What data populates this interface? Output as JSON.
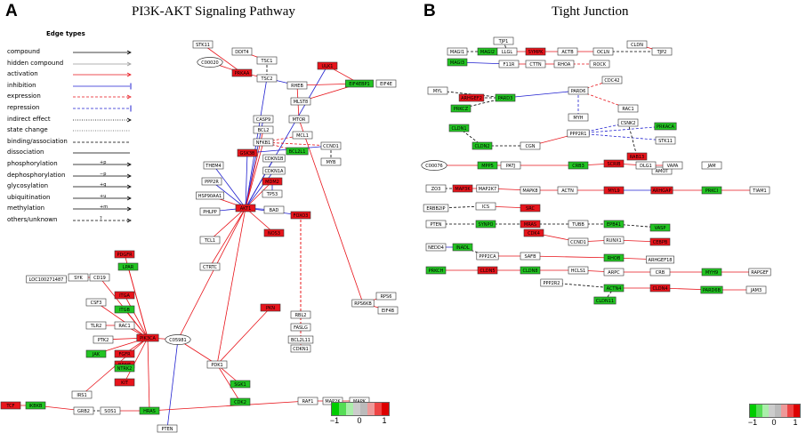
{
  "panels": [
    {
      "letter": "A",
      "title": "PI3K-AKT Signaling Pathway"
    },
    {
      "letter": "B",
      "title": "Tight Junction"
    }
  ],
  "legend": {
    "title": "Edge types",
    "items": [
      {
        "label": "compound",
        "style": "solid",
        "color": "#000000",
        "head": "arrow",
        "mark": ""
      },
      {
        "label": "hidden compound",
        "style": "solid",
        "color": "#999999",
        "head": "arrow",
        "mark": ""
      },
      {
        "label": "activation",
        "style": "solid",
        "color": "#e8141b",
        "head": "arrow",
        "mark": ""
      },
      {
        "label": "inhibition",
        "style": "solid",
        "color": "#2020d0",
        "head": "bar",
        "mark": ""
      },
      {
        "label": "expression",
        "style": "dashed",
        "color": "#e8141b",
        "head": "arrow",
        "mark": ""
      },
      {
        "label": "repression",
        "style": "dashed",
        "color": "#2020d0",
        "head": "bar",
        "mark": ""
      },
      {
        "label": "indirect effect",
        "style": "dotted",
        "color": "#000000",
        "head": "arrow",
        "mark": ""
      },
      {
        "label": "state change",
        "style": "dotted",
        "color": "#555555",
        "head": "none",
        "mark": ""
      },
      {
        "label": "binding/association",
        "style": "dashed",
        "color": "#000000",
        "head": "none",
        "mark": ""
      },
      {
        "label": "dissociation",
        "style": "solid",
        "color": "#000000",
        "head": "none",
        "mark": ""
      },
      {
        "label": "phosphorylation",
        "style": "solid",
        "color": "#000000",
        "head": "arrow",
        "mark": "+p"
      },
      {
        "label": "dephosphorylation",
        "style": "solid",
        "color": "#000000",
        "head": "arrow",
        "mark": "−p"
      },
      {
        "label": "glycosylation",
        "style": "solid",
        "color": "#000000",
        "head": "arrow",
        "mark": "+g"
      },
      {
        "label": "ubiquitination",
        "style": "solid",
        "color": "#000000",
        "head": "arrow",
        "mark": "+u"
      },
      {
        "label": "methylation",
        "style": "solid",
        "color": "#000000",
        "head": "arrow",
        "mark": "+m"
      },
      {
        "label": "others/unknown",
        "style": "dashed",
        "color": "#000000",
        "head": "arrow",
        "mark": "?"
      }
    ]
  },
  "colorbar": {
    "ticks": [
      "−1",
      "0",
      "1"
    ],
    "colors": [
      "#00cc00",
      "#55dd55",
      "#aaeeaa",
      "#cccccc",
      "#bbbbbb",
      "#ee9999",
      "#ee4444",
      "#dd0000"
    ]
  },
  "colors": {
    "up": "#e8141b",
    "down": "#22c422",
    "neutral": "#ffffff",
    "edge_act": "#e8141b",
    "edge_inh": "#2020d0"
  },
  "pathway_a": {
    "nodes": [
      {
        "id": "STK11",
        "label": "STK11",
        "c": "neutral"
      },
      {
        "id": "C00020",
        "label": "C00020",
        "c": "neutral",
        "shape": "ellipse"
      },
      {
        "id": "DDIT4",
        "label": "DDIT4",
        "c": "neutral"
      },
      {
        "id": "PRKAA",
        "label": "PRKAA",
        "c": "up"
      },
      {
        "id": "TSC1",
        "label": "TSC1",
        "c": "neutral"
      },
      {
        "id": "TSC2",
        "label": "TSC2",
        "c": "neutral"
      },
      {
        "id": "RHEB",
        "label": "RHEB",
        "c": "neutral"
      },
      {
        "id": "MLST8",
        "label": "MLST8",
        "c": "neutral"
      },
      {
        "id": "MTOR",
        "label": "MTOR",
        "c": "neutral"
      },
      {
        "id": "EIF4EBP1",
        "label": "EIF4EBP1",
        "c": "down"
      },
      {
        "id": "EIF4E",
        "label": "EIF4E",
        "c": "neutral"
      },
      {
        "id": "ULK1",
        "label": "ULK1",
        "c": "up"
      },
      {
        "id": "CASP9",
        "label": "CASP9",
        "c": "neutral"
      },
      {
        "id": "MCL1",
        "label": "MCL1",
        "c": "neutral"
      },
      {
        "id": "BCL2",
        "label": "BCL2",
        "c": "neutral"
      },
      {
        "id": "BCL2L1",
        "label": "BCL2L1",
        "c": "down"
      },
      {
        "id": "NFKB1",
        "label": "NFKB1",
        "c": "neutral"
      },
      {
        "id": "CCND1",
        "label": "CCND1",
        "c": "neutral"
      },
      {
        "id": "MYB",
        "label": "MYB",
        "c": "neutral"
      },
      {
        "id": "GSK3B",
        "label": "GSK3B",
        "c": "up"
      },
      {
        "id": "CDKN1B",
        "label": "CDKN1B",
        "c": "neutral"
      },
      {
        "id": "CDKN1A",
        "label": "CDKN1A",
        "c": "neutral"
      },
      {
        "id": "MDM2",
        "label": "MDM2",
        "c": "up"
      },
      {
        "id": "TP53",
        "label": "TP53",
        "c": "neutral"
      },
      {
        "id": "BAD",
        "label": "BAD",
        "c": "neutral"
      },
      {
        "id": "FOXO3",
        "label": "FOXO3",
        "c": "up"
      },
      {
        "id": "NOS3",
        "label": "NOS3",
        "c": "up"
      },
      {
        "id": "AKT1",
        "label": "AKT1",
        "c": "up"
      },
      {
        "id": "THEM4",
        "label": "THEM4",
        "c": "neutral"
      },
      {
        "id": "PPP2R",
        "label": "PPP2R",
        "c": "neutral"
      },
      {
        "id": "HSP90AA1",
        "label": "HSP90AA1",
        "c": "neutral"
      },
      {
        "id": "PHLPP",
        "label": "PHLPP",
        "c": "neutral"
      },
      {
        "id": "TCL1",
        "label": "TCL1",
        "c": "neutral"
      },
      {
        "id": "CTRTC",
        "label": "CTRTC",
        "c": "neutral"
      },
      {
        "id": "PDK1",
        "label": "PDK1",
        "c": "neutral"
      },
      {
        "id": "PIK3CA",
        "label": "PIK3CA",
        "c": "up"
      },
      {
        "id": "C05981",
        "label": "C05981",
        "c": "neutral",
        "shape": "ellipse"
      },
      {
        "id": "PTEN",
        "label": "PTEN",
        "c": "neutral"
      },
      {
        "id": "SOS1",
        "label": "SOS1",
        "c": "neutral"
      },
      {
        "id": "GRB2",
        "label": "GRB2",
        "c": "neutral"
      },
      {
        "id": "IRS1",
        "label": "IRS1",
        "c": "neutral"
      },
      {
        "id": "HRAS",
        "label": "HRAS",
        "c": "down"
      },
      {
        "id": "RAF1",
        "label": "RAF1",
        "c": "neutral"
      },
      {
        "id": "MAP2K",
        "label": "MAP2K",
        "c": "neutral"
      },
      {
        "id": "MAPK",
        "label": "MAPK",
        "c": "neutral"
      },
      {
        "id": "RPS6KB",
        "label": "RPS6KB",
        "c": "neutral"
      },
      {
        "id": "RPS6",
        "label": "RPS6",
        "c": "neutral"
      },
      {
        "id": "EIF4B",
        "label": "EIF4B",
        "c": "neutral"
      },
      {
        "id": "PKN",
        "label": "PKN",
        "c": "up"
      },
      {
        "id": "SGK1",
        "label": "SGK1",
        "c": "down"
      },
      {
        "id": "CDK2",
        "label": "CDK2",
        "c": "down"
      },
      {
        "id": "SYK",
        "label": "SYK",
        "c": "neutral"
      },
      {
        "id": "CD19",
        "label": "CD19",
        "c": "neutral"
      },
      {
        "id": "CSF3",
        "label": "CSF3",
        "c": "neutral"
      },
      {
        "id": "TLR2",
        "label": "TLR2",
        "c": "neutral"
      },
      {
        "id": "RAC1",
        "label": "RAC1",
        "c": "neutral"
      },
      {
        "id": "PTK2",
        "label": "PTK2",
        "c": "neutral"
      },
      {
        "id": "ITGA",
        "label": "ITGA",
        "c": "up"
      },
      {
        "id": "ITGB",
        "label": "ITGB",
        "c": "down"
      },
      {
        "id": "PDGFR",
        "label": "PDGFR",
        "c": "up"
      },
      {
        "id": "LPAR",
        "label": "LPAR",
        "c": "down"
      },
      {
        "id": "FGFR",
        "label": "FGFR",
        "c": "up"
      },
      {
        "id": "BDNF",
        "label": "BDNF",
        "c": "up"
      },
      {
        "id": "NTRK2",
        "label": "NTRK2",
        "c": "down"
      },
      {
        "id": "KIT",
        "label": "KIT",
        "c": "up"
      },
      {
        "id": "JAK",
        "label": "JAK",
        "c": "down"
      },
      {
        "id": "RBL2",
        "label": "RBL2",
        "c": "neutral"
      },
      {
        "id": "FASLG",
        "label": "FASLG",
        "c": "neutral"
      },
      {
        "id": "BCL2L11",
        "label": "BCL2L11",
        "c": "neutral"
      },
      {
        "id": "CDKN1",
        "label": "CDKN1",
        "c": "neutral"
      },
      {
        "id": "LOC",
        "label": "LOC100271487",
        "c": "neutral"
      },
      {
        "id": "TCF",
        "label": "TCF",
        "c": "up"
      },
      {
        "id": "IKBKB",
        "label": "IKBKB",
        "c": "down"
      }
    ]
  },
  "pathway_b": {
    "nodes": [
      {
        "id": "TJP1",
        "label": "TJP1",
        "c": "neutral"
      },
      {
        "id": "MAGI1",
        "label": "MAGI1",
        "c": "neutral"
      },
      {
        "id": "MAGI2",
        "label": "MAGI2",
        "c": "down"
      },
      {
        "id": "MAGI3",
        "label": "MAGI3",
        "c": "down"
      },
      {
        "id": "LLGL",
        "label": "LLGL",
        "c": "neutral"
      },
      {
        "id": "SYMPK",
        "label": "SYMPK",
        "c": "up"
      },
      {
        "id": "ACTB",
        "label": "ACTB",
        "c": "neutral"
      },
      {
        "id": "OCLN",
        "label": "OCLN",
        "c": "neutral"
      },
      {
        "id": "CLDN",
        "label": "CLDN",
        "c": "neutral"
      },
      {
        "id": "TJP2",
        "label": "TJP2",
        "c": "neutral"
      },
      {
        "id": "F11R",
        "label": "F11R",
        "c": "neutral"
      },
      {
        "id": "CTTN",
        "label": "CTTN",
        "c": "neutral"
      },
      {
        "id": "RHOA",
        "label": "RHOA",
        "c": "neutral"
      },
      {
        "id": "ROCK",
        "label": "ROCK",
        "c": "neutral"
      },
      {
        "id": "MYL",
        "label": "MYL",
        "c": "neutral"
      },
      {
        "id": "ARHGEF2",
        "label": "ARHGEF2",
        "c": "up"
      },
      {
        "id": "PRKCZ",
        "label": "PRKCZ",
        "c": "down"
      },
      {
        "id": "PARD3",
        "label": "PARD3",
        "c": "down"
      },
      {
        "id": "PARD6",
        "label": "PARD6",
        "c": "neutral"
      },
      {
        "id": "CDC42",
        "label": "CDC42",
        "c": "neutral"
      },
      {
        "id": "RAC1",
        "label": "RAC1",
        "c": "neutral"
      },
      {
        "id": "MYH",
        "label": "MYH",
        "c": "neutral"
      },
      {
        "id": "C00076",
        "label": "C00076",
        "c": "neutral",
        "shape": "ellipse"
      },
      {
        "id": "CLDN1",
        "label": "CLDN1",
        "c": "down"
      },
      {
        "id": "CLDN2",
        "label": "CLDN2",
        "c": "down"
      },
      {
        "id": "CGN",
        "label": "CGN",
        "c": "neutral"
      },
      {
        "id": "PPP2R1",
        "label": "PPP2R1",
        "c": "neutral"
      },
      {
        "id": "CSNK2",
        "label": "CSNK2",
        "c": "neutral"
      },
      {
        "id": "PRKACA",
        "label": "PRKACA",
        "c": "down"
      },
      {
        "id": "STK11",
        "label": "STK11",
        "c": "neutral"
      },
      {
        "id": "RAB13",
        "label": "RAB13",
        "c": "up"
      },
      {
        "id": "AMOT",
        "label": "AMOT",
        "c": "neutral"
      },
      {
        "id": "MPP5",
        "label": "MPP5",
        "c": "down"
      },
      {
        "id": "PATJ",
        "label": "PATJ",
        "c": "neutral"
      },
      {
        "id": "CRB3",
        "label": "CRB3",
        "c": "down"
      },
      {
        "id": "SCRIB",
        "label": "SCRIB",
        "c": "up"
      },
      {
        "id": "DLG1",
        "label": "DLG1",
        "c": "neutral"
      },
      {
        "id": "VAPA",
        "label": "VAPA",
        "c": "neutral"
      },
      {
        "id": "JAM",
        "label": "JAM",
        "c": "neutral"
      },
      {
        "id": "ZO3",
        "label": "ZO3",
        "c": "neutral"
      },
      {
        "id": "MAP3K",
        "label": "MAP3K",
        "c": "up"
      },
      {
        "id": "MAP2K7",
        "label": "MAP2K7",
        "c": "neutral"
      },
      {
        "id": "MAPK8",
        "label": "MAPK8",
        "c": "neutral"
      },
      {
        "id": "ACTN",
        "label": "ACTN",
        "c": "neutral"
      },
      {
        "id": "MYL9",
        "label": "MYL9",
        "c": "up"
      },
      {
        "id": "ARHGAP",
        "label": "ARHGAP",
        "c": "up"
      },
      {
        "id": "PRKCI",
        "label": "PRKCI",
        "c": "down"
      },
      {
        "id": "TIAM1",
        "label": "TIAM1",
        "c": "neutral"
      },
      {
        "id": "ERBB2IP",
        "label": "ERBB2IP",
        "c": "neutral"
      },
      {
        "id": "ICS",
        "label": "ICS",
        "c": "neutral"
      },
      {
        "id": "SRC",
        "label": "SRC",
        "c": "up"
      },
      {
        "id": "PTEN",
        "label": "PTEN",
        "c": "neutral"
      },
      {
        "id": "SYNPO",
        "label": "SYNPO",
        "c": "down"
      },
      {
        "id": "MRAS",
        "label": "MRAS",
        "c": "up"
      },
      {
        "id": "TUBB",
        "label": "TUBB",
        "c": "neutral"
      },
      {
        "id": "EPB41",
        "label": "EPB41",
        "c": "down"
      },
      {
        "id": "VASP",
        "label": "VASP",
        "c": "down"
      },
      {
        "id": "CDK4",
        "label": "CDK4",
        "c": "up"
      },
      {
        "id": "CCND1",
        "label": "CCND1",
        "c": "neutral"
      },
      {
        "id": "RUNX1",
        "label": "RUNX1",
        "c": "neutral"
      },
      {
        "id": "CEBPB",
        "label": "CEBPB",
        "c": "up"
      },
      {
        "id": "NEDD4",
        "label": "NEDD4",
        "c": "neutral"
      },
      {
        "id": "INADL",
        "label": "INADL",
        "c": "down"
      },
      {
        "id": "PPP2CA",
        "label": "PPP2CA",
        "c": "neutral"
      },
      {
        "id": "SAFB",
        "label": "SAFB",
        "c": "neutral"
      },
      {
        "id": "RHOB",
        "label": "RHOB",
        "c": "down"
      },
      {
        "id": "ARHGEF18",
        "label": "ARHGEF18",
        "c": "neutral"
      },
      {
        "id": "PRKCH",
        "label": "PRKCH",
        "c": "down"
      },
      {
        "id": "CLDN5",
        "label": "CLDN5",
        "c": "up"
      },
      {
        "id": "CLDN8",
        "label": "CLDN8",
        "c": "down"
      },
      {
        "id": "HCLS1",
        "label": "HCLS1",
        "c": "neutral"
      },
      {
        "id": "ARPC",
        "label": "ARPC",
        "c": "neutral"
      },
      {
        "id": "CRB",
        "label": "CRB",
        "c": "neutral"
      },
      {
        "id": "MYH9",
        "label": "MYH9",
        "c": "down"
      },
      {
        "id": "RAPGEF",
        "label": "RAPGEF",
        "c": "neutral"
      },
      {
        "id": "PPP2R2",
        "label": "PPP2R2",
        "c": "neutral"
      },
      {
        "id": "ACTN4",
        "label": "ACTN4",
        "c": "down"
      },
      {
        "id": "CLDN4",
        "label": "CLDN4",
        "c": "up"
      },
      {
        "id": "PARD6B",
        "label": "PARD6B",
        "c": "down"
      },
      {
        "id": "JAM3",
        "label": "JAM3",
        "c": "neutral"
      },
      {
        "id": "CLDN11",
        "label": "CLDN11",
        "c": "down"
      }
    ]
  }
}
